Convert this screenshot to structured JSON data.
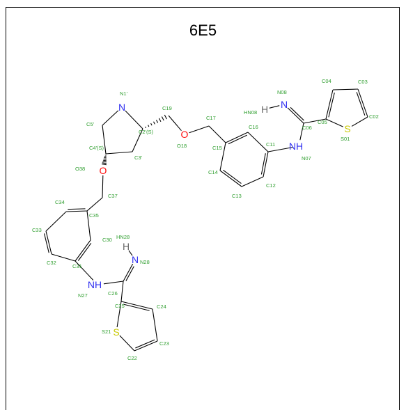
{
  "title": "6E5",
  "colors": {
    "bond": "#000000",
    "atom_label": "#2e9e2e",
    "nitrogen": "#2f2ff0",
    "oxygen": "#ff0d0d",
    "sulfur": "#c8c800",
    "hydrogen": "#6a6a6a"
  },
  "atoms": [
    {
      "id": "N1'",
      "el": "N",
      "text": "N",
      "label": "N1'"
    },
    {
      "id": "C2'",
      "el": "C",
      "label": "C2'(S)"
    },
    {
      "id": "C3'",
      "el": "C",
      "label": "C3'"
    },
    {
      "id": "C4'",
      "el": "C",
      "label": "C4'(S)"
    },
    {
      "id": "C5'",
      "el": "C",
      "label": "C5'"
    },
    {
      "id": "O38",
      "el": "O",
      "text": "O",
      "label": "O38"
    },
    {
      "id": "C37",
      "el": "C",
      "label": "C37"
    },
    {
      "id": "C35",
      "el": "C",
      "label": "C35"
    },
    {
      "id": "C34",
      "el": "C",
      "label": "C34"
    },
    {
      "id": "C33",
      "el": "C",
      "label": "C33"
    },
    {
      "id": "C32",
      "el": "C",
      "label": "C32"
    },
    {
      "id": "C31",
      "el": "C",
      "label": "C31"
    },
    {
      "id": "C30",
      "el": "C",
      "label": "C30"
    },
    {
      "id": "N27",
      "el": "N",
      "text": "NH",
      "label": "N27"
    },
    {
      "id": "C26",
      "el": "C",
      "label": "C26"
    },
    {
      "id": "N28",
      "el": "N",
      "text": "N",
      "label": "N28"
    },
    {
      "id": "H28",
      "el": "H",
      "text": "H",
      "label": "HN28"
    },
    {
      "id": "C25",
      "el": "C",
      "label": "C25"
    },
    {
      "id": "C24",
      "el": "C",
      "label": "C24"
    },
    {
      "id": "C23",
      "el": "C",
      "label": "C23"
    },
    {
      "id": "C22",
      "el": "C",
      "label": "C22"
    },
    {
      "id": "S21",
      "el": "S",
      "text": "S",
      "label": "S21"
    },
    {
      "id": "C19",
      "el": "C",
      "label": "C19"
    },
    {
      "id": "O18",
      "el": "O",
      "text": "O",
      "label": "O18"
    },
    {
      "id": "C17",
      "el": "C",
      "label": "C17"
    },
    {
      "id": "C15",
      "el": "C",
      "label": "C15"
    },
    {
      "id": "C16",
      "el": "C",
      "label": "C16"
    },
    {
      "id": "C11",
      "el": "C",
      "label": "C11"
    },
    {
      "id": "C12",
      "el": "C",
      "label": "C12"
    },
    {
      "id": "C13",
      "el": "C",
      "label": "C13"
    },
    {
      "id": "C14",
      "el": "C",
      "label": "C14"
    },
    {
      "id": "N07",
      "el": "N",
      "text": "NH",
      "label": "N07"
    },
    {
      "id": "C06",
      "el": "C",
      "label": "C06"
    },
    {
      "id": "N08",
      "el": "N",
      "text": "N",
      "label": "N08"
    },
    {
      "id": "H08",
      "el": "H",
      "text": "H",
      "label": "HN08"
    },
    {
      "id": "C05",
      "el": "C",
      "label": "C05"
    },
    {
      "id": "C04",
      "el": "C",
      "label": "C04"
    },
    {
      "id": "C03",
      "el": "C",
      "label": "C03"
    },
    {
      "id": "C02",
      "el": "C",
      "label": "C02"
    },
    {
      "id": "S01",
      "el": "S",
      "text": "S",
      "label": "S01"
    }
  ],
  "bonds": [
    [
      "N1'",
      "C2'",
      1
    ],
    [
      "C2'",
      "C3'",
      1
    ],
    [
      "C3'",
      "C4'",
      1
    ],
    [
      "C4'",
      "C5'",
      1
    ],
    [
      "C5'",
      "N1'",
      1
    ],
    [
      "C4'",
      "O38",
      1,
      "hash"
    ],
    [
      "O38",
      "C37",
      1
    ],
    [
      "C37",
      "C35",
      1
    ],
    [
      "C35",
      "C34",
      2
    ],
    [
      "C34",
      "C33",
      1
    ],
    [
      "C33",
      "C32",
      2
    ],
    [
      "C32",
      "C31",
      1
    ],
    [
      "C31",
      "C30",
      2
    ],
    [
      "C30",
      "C35",
      1
    ],
    [
      "C31",
      "N27",
      1
    ],
    [
      "N27",
      "C26",
      1
    ],
    [
      "C26",
      "N28",
      2
    ],
    [
      "N28",
      "H28",
      1
    ],
    [
      "C26",
      "C25",
      1
    ],
    [
      "C25",
      "C24",
      2
    ],
    [
      "C24",
      "C23",
      1
    ],
    [
      "C23",
      "C22",
      2
    ],
    [
      "C22",
      "S21",
      1
    ],
    [
      "S21",
      "C25",
      1
    ],
    [
      "C2'",
      "C19",
      1,
      "hash"
    ],
    [
      "C19",
      "O18",
      1
    ],
    [
      "O18",
      "C17",
      1
    ],
    [
      "C17",
      "C15",
      1
    ],
    [
      "C15",
      "C16",
      2
    ],
    [
      "C16",
      "C11",
      1
    ],
    [
      "C11",
      "C12",
      2
    ],
    [
      "C12",
      "C13",
      1
    ],
    [
      "C13",
      "C14",
      2
    ],
    [
      "C14",
      "C15",
      1
    ],
    [
      "C11",
      "N07",
      1
    ],
    [
      "N07",
      "C06",
      1
    ],
    [
      "C06",
      "N08",
      2
    ],
    [
      "N08",
      "H08",
      1
    ],
    [
      "C06",
      "C05",
      1
    ],
    [
      "C05",
      "C04",
      2
    ],
    [
      "C04",
      "C03",
      1
    ],
    [
      "C03",
      "C02",
      2
    ],
    [
      "C02",
      "S01",
      1
    ],
    [
      "S01",
      "C05",
      1
    ]
  ]
}
